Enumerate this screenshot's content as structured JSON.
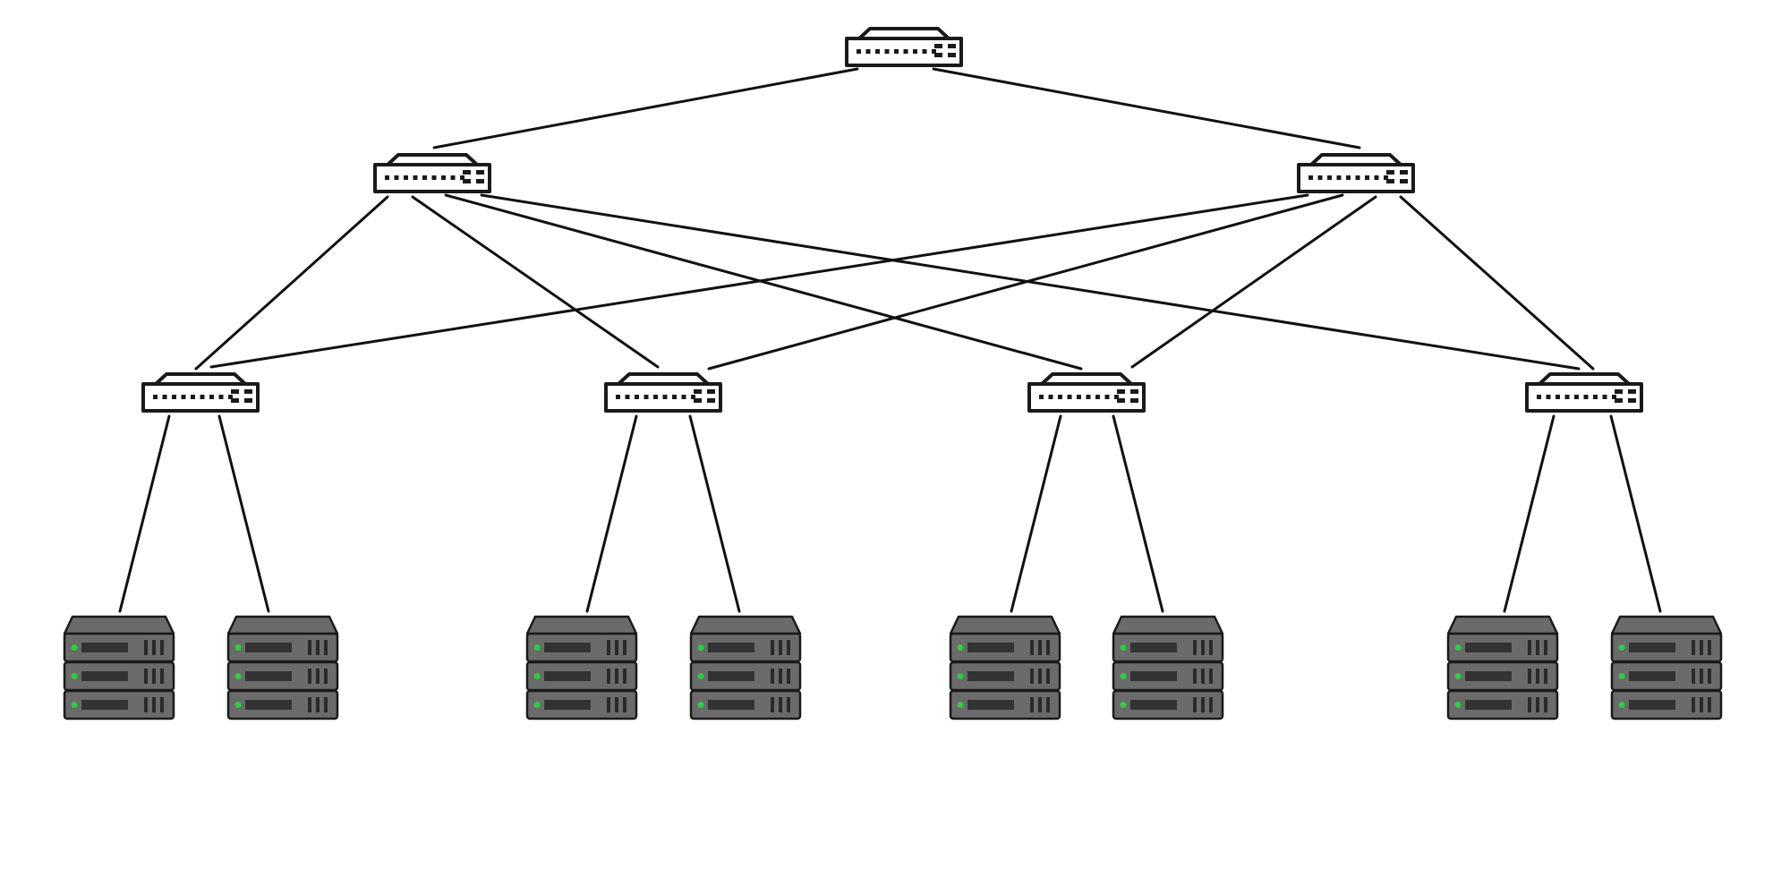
{
  "diagram": {
    "type": "network-topology",
    "node_types": {
      "switch": {
        "icon": "network-switch-icon",
        "colors": {
          "body": "#ffffff",
          "outline": "#1a1a1a",
          "ports": "#1a1a1a"
        }
      },
      "server": {
        "icon": "server-rack-icon",
        "colors": {
          "body": "#6b6b6b",
          "outline": "#1a1a1a",
          "slot": "#333333",
          "led": "#2ecc40"
        }
      }
    },
    "tiers": [
      "core",
      "aggregation",
      "access",
      "server"
    ],
    "nodes": [
      {
        "id": "core-1",
        "kind": "switch",
        "tier": "core"
      },
      {
        "id": "agg-1",
        "kind": "switch",
        "tier": "aggregation"
      },
      {
        "id": "agg-2",
        "kind": "switch",
        "tier": "aggregation"
      },
      {
        "id": "acc-1",
        "kind": "switch",
        "tier": "access"
      },
      {
        "id": "acc-2",
        "kind": "switch",
        "tier": "access"
      },
      {
        "id": "acc-3",
        "kind": "switch",
        "tier": "access"
      },
      {
        "id": "acc-4",
        "kind": "switch",
        "tier": "access"
      },
      {
        "id": "srv-1",
        "kind": "server",
        "tier": "server"
      },
      {
        "id": "srv-2",
        "kind": "server",
        "tier": "server"
      },
      {
        "id": "srv-3",
        "kind": "server",
        "tier": "server"
      },
      {
        "id": "srv-4",
        "kind": "server",
        "tier": "server"
      },
      {
        "id": "srv-5",
        "kind": "server",
        "tier": "server"
      },
      {
        "id": "srv-6",
        "kind": "server",
        "tier": "server"
      },
      {
        "id": "srv-7",
        "kind": "server",
        "tier": "server"
      },
      {
        "id": "srv-8",
        "kind": "server",
        "tier": "server"
      }
    ],
    "links": [
      [
        "core-1",
        "agg-1"
      ],
      [
        "core-1",
        "agg-2"
      ],
      [
        "agg-1",
        "acc-1"
      ],
      [
        "agg-1",
        "acc-2"
      ],
      [
        "agg-1",
        "acc-3"
      ],
      [
        "agg-1",
        "acc-4"
      ],
      [
        "agg-2",
        "acc-1"
      ],
      [
        "agg-2",
        "acc-2"
      ],
      [
        "agg-2",
        "acc-3"
      ],
      [
        "agg-2",
        "acc-4"
      ],
      [
        "acc-1",
        "srv-1"
      ],
      [
        "acc-1",
        "srv-2"
      ],
      [
        "acc-2",
        "srv-3"
      ],
      [
        "acc-2",
        "srv-4"
      ],
      [
        "acc-3",
        "srv-5"
      ],
      [
        "acc-3",
        "srv-6"
      ],
      [
        "acc-4",
        "srv-7"
      ],
      [
        "acc-4",
        "srv-8"
      ]
    ]
  }
}
